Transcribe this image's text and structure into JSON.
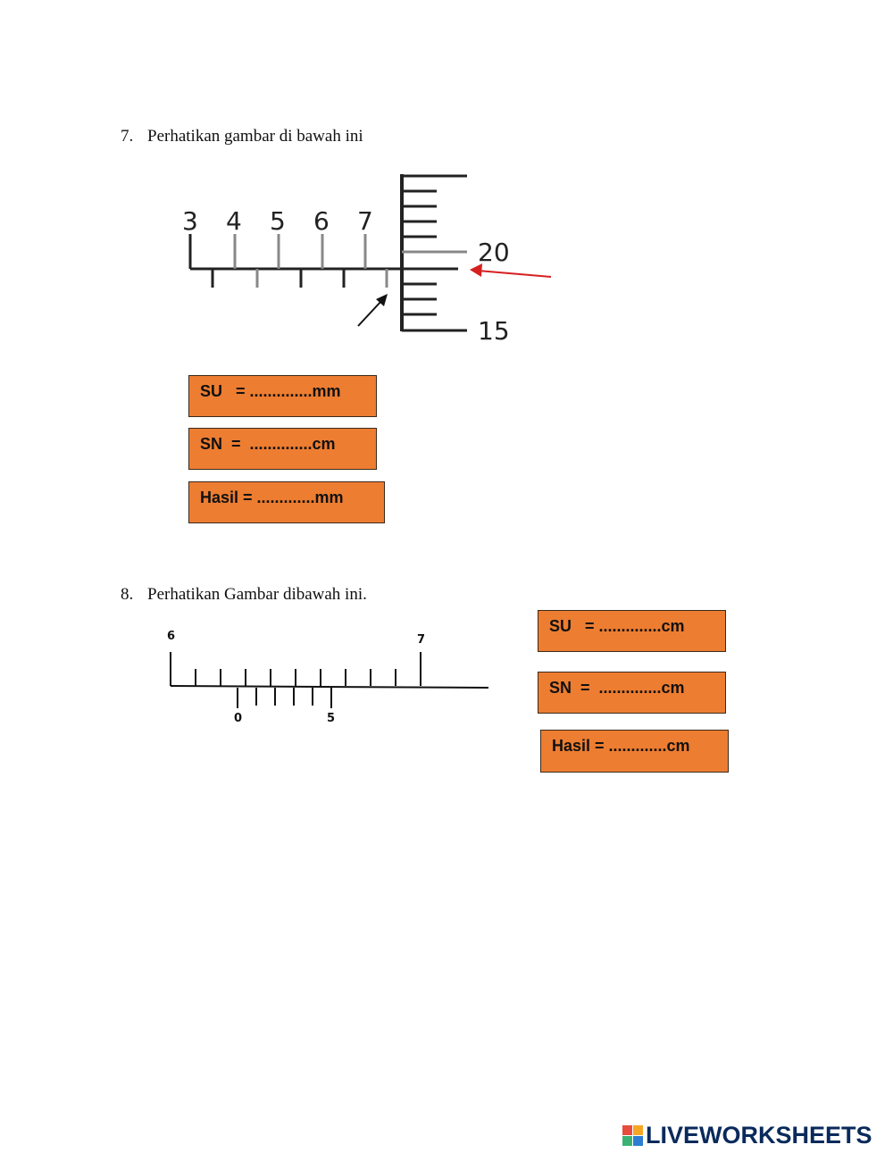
{
  "questions": [
    {
      "number": "7.",
      "text": "Perhatikan gambar di bawah ini",
      "main_scale_labels": [
        "3",
        "4",
        "5",
        "6",
        "7"
      ],
      "thimble_labels": [
        "20",
        "15"
      ],
      "answers": [
        {
          "label": "SU   = ..............mm"
        },
        {
          "label": "SN  =  ..............cm"
        },
        {
          "label": "Hasil = .............mm"
        }
      ]
    },
    {
      "number": "8.",
      "text": "Perhatikan Gambar dibawah ini.",
      "main_scale_labels": [
        "6",
        "7"
      ],
      "vernier_labels": [
        "0",
        "5"
      ],
      "answers": [
        {
          "label": "SU   = ..............cm"
        },
        {
          "label": "SN  =  ..............cm"
        },
        {
          "label": "Hasil = .............cm"
        }
      ]
    }
  ],
  "footer": {
    "brand": "LIVEWORKSHEETS",
    "colors": {
      "brand": "#0a2a5c",
      "answer_box": "#ED7D31",
      "arrow_red": "#d62020"
    }
  }
}
